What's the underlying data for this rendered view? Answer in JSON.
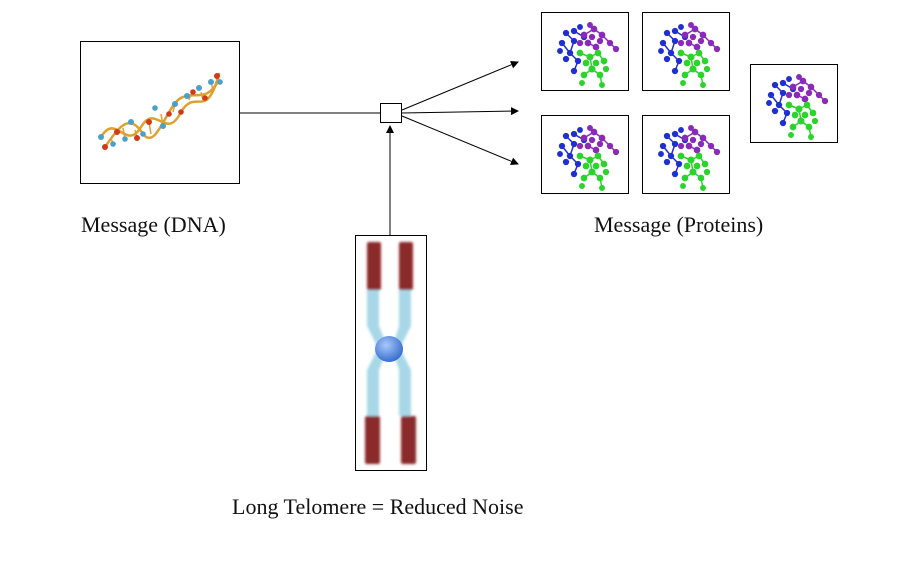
{
  "labels": {
    "dna_caption": "Message (DNA)",
    "proteins_caption": "Message (Proteins)",
    "telomere_caption": "Long Telomere = Reduced Noise"
  },
  "icons": {
    "dna": "dna-helix-icon",
    "protein": "protein-molecule-icon",
    "chromosome": "chromosome-icon",
    "junction": "junction-box"
  },
  "colors": {
    "dna_strand": "#e0a030",
    "dna_node_a": "#4aa0c8",
    "dna_node_b": "#d03a1a",
    "protein_blue": "#1f2fd0",
    "protein_purple": "#8a2ab8",
    "protein_green": "#2bd42b",
    "telomere": "#8b2a2a",
    "chromatid": "#a8d8e8",
    "centromere": "#4a7fd8"
  }
}
